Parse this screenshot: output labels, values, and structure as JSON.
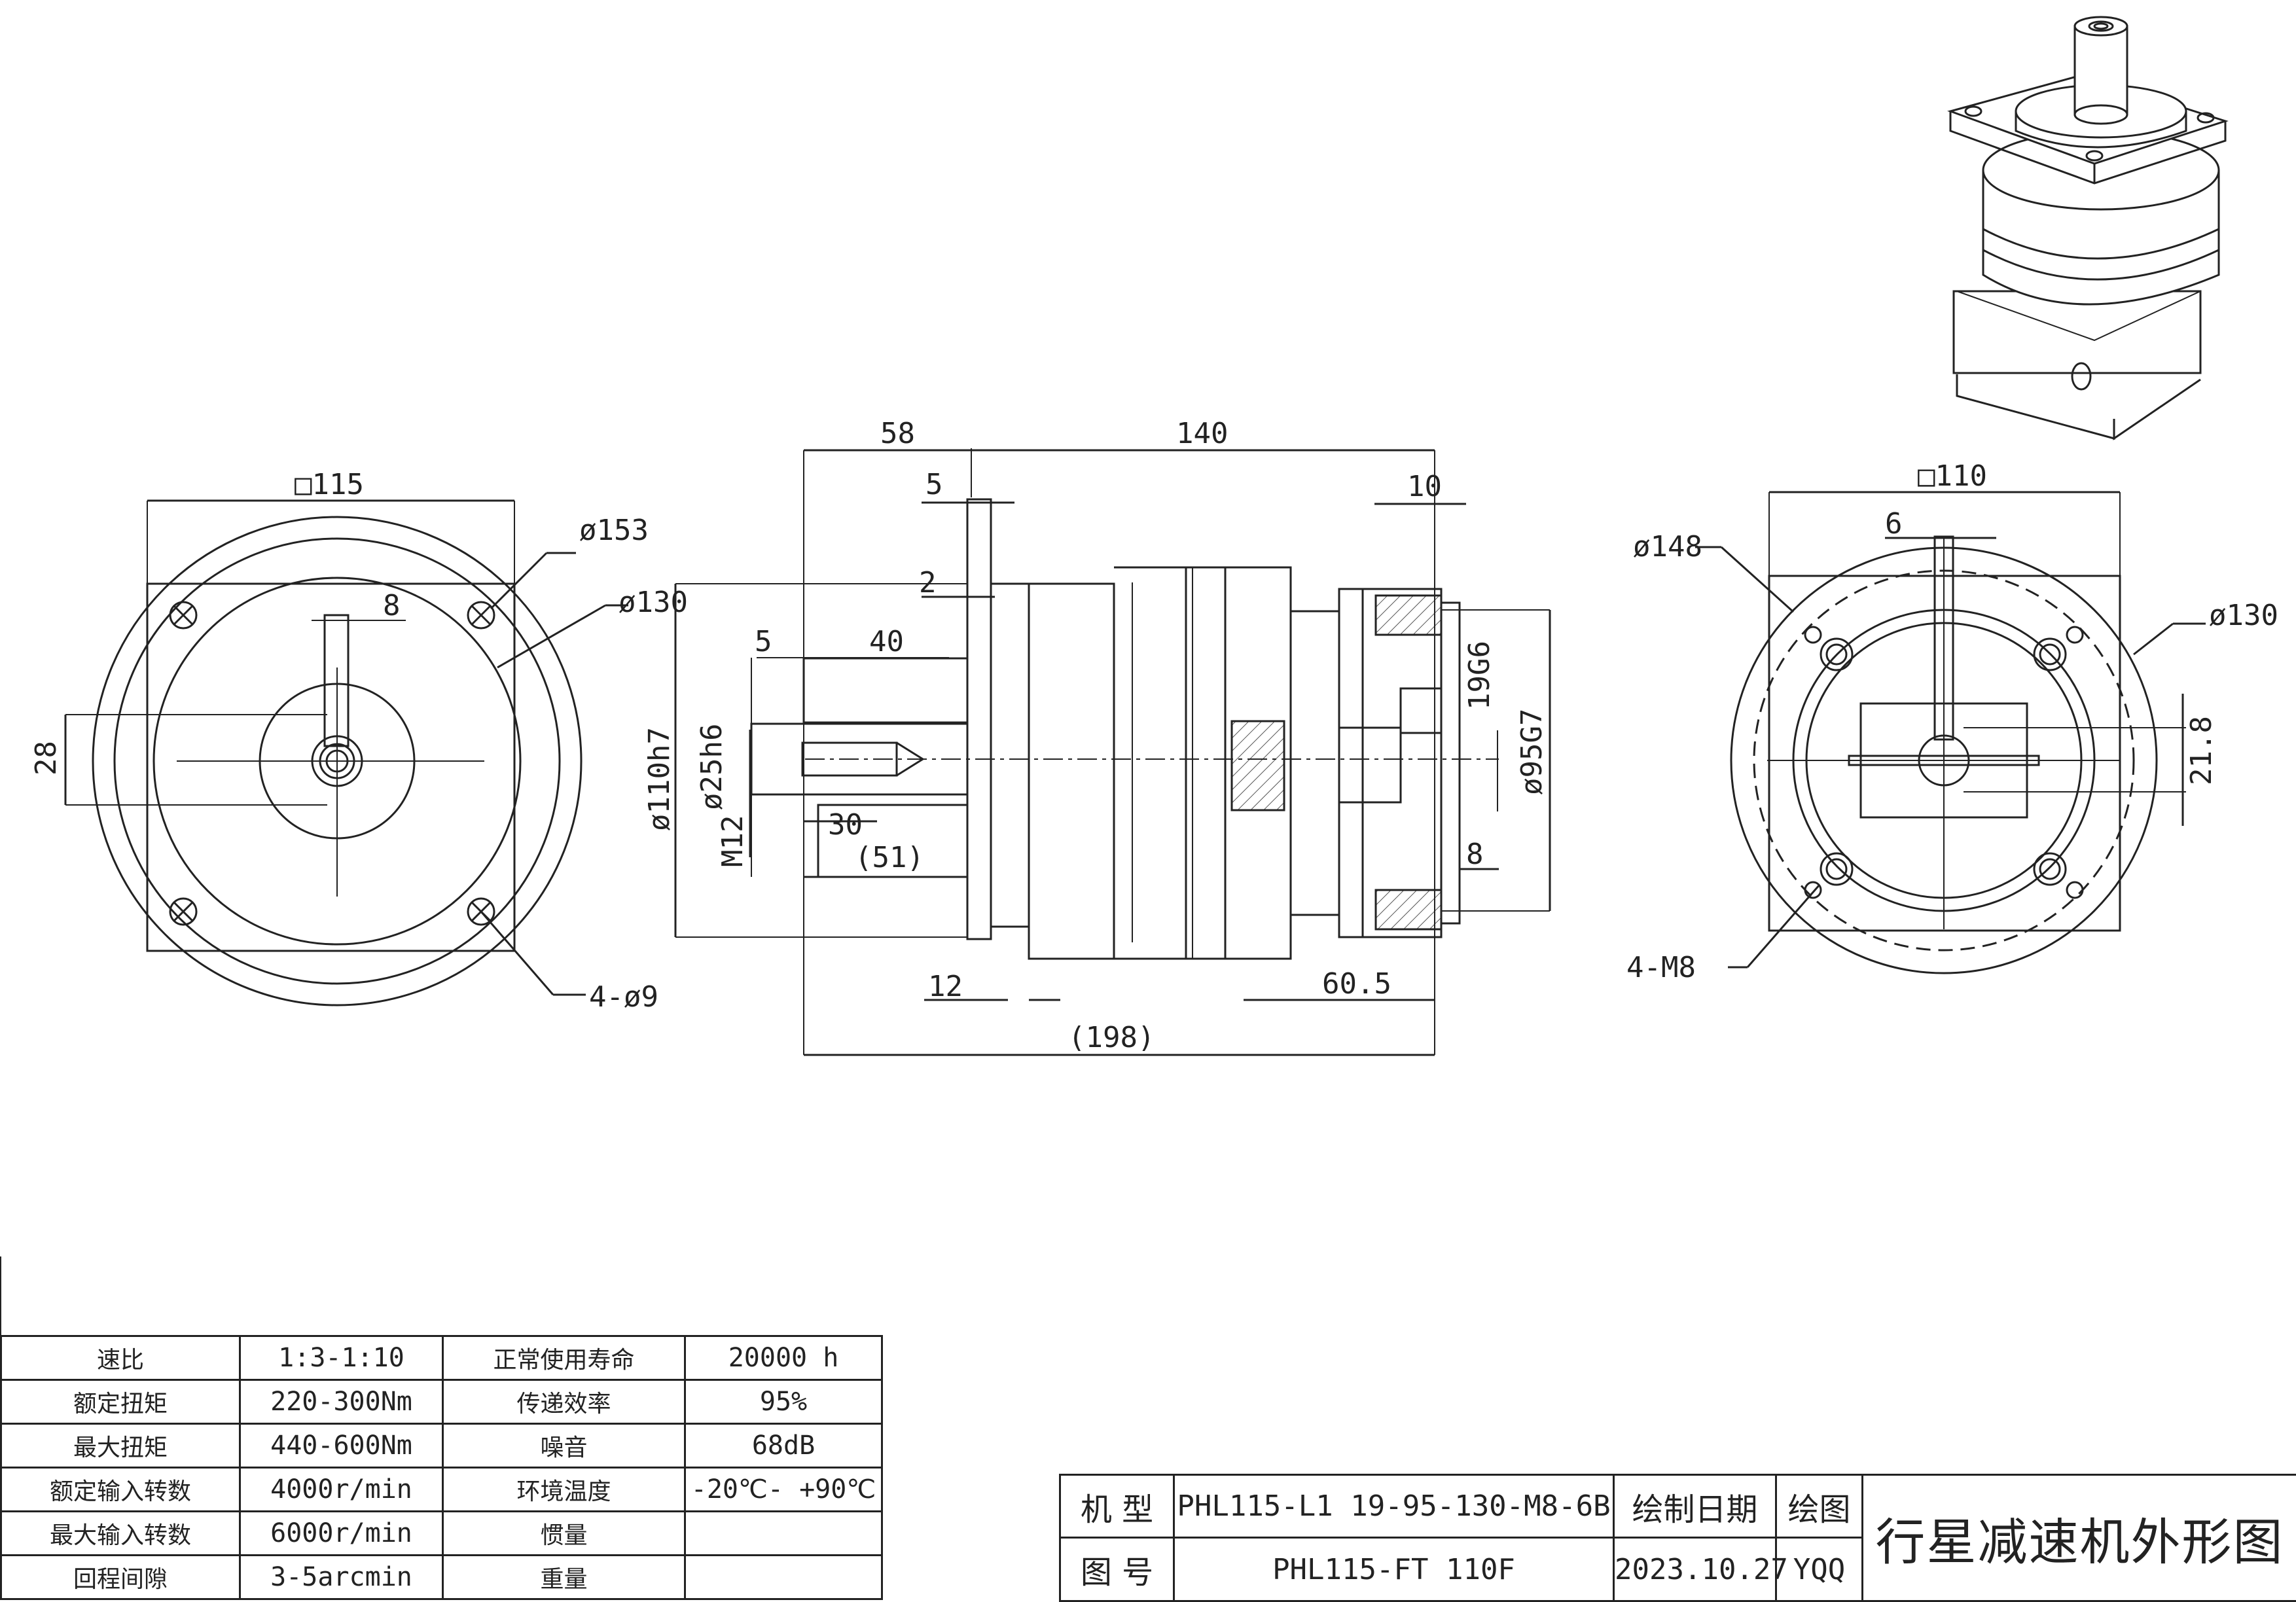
{
  "front_view_left": {
    "labels": {
      "square": "□115",
      "dia_outer": "ø153",
      "dia_pcd": "ø130",
      "key_width": "8",
      "key_height": "28",
      "holes": "4-ø9"
    }
  },
  "side_view": {
    "labels": {
      "len_58": "58",
      "len_140": "140",
      "len_5_top": "5",
      "len_10": "10",
      "len_2": "2",
      "len_5_key": "5",
      "len_40": "40",
      "dia_110": "ø110h7",
      "dia_25": "ø25h6",
      "thread": "M12",
      "len_30": "30",
      "len_51": "(51)",
      "len_12": "12",
      "len_60_5": "60.5",
      "len_198": "(198)",
      "bore_19": "19G6",
      "dia_95": "ø95G7",
      "len_8": "8"
    }
  },
  "front_view_right": {
    "labels": {
      "square": "□110",
      "key_width": "6",
      "dia_148": "ø148",
      "dia_130": "ø130",
      "key_depth": "21.8",
      "holes": "4-M8"
    }
  },
  "spec_table": {
    "rows": [
      [
        "速比",
        "1:3-1:10",
        "正常使用寿命",
        "20000  h"
      ],
      [
        "额定扭矩",
        "220-300Nm",
        "传递效率",
        "95%"
      ],
      [
        "最大扭矩",
        "440-600Nm",
        "噪音",
        "68dB"
      ],
      [
        "额定输入转数",
        "4000r/min",
        "环境温度",
        "-20℃- +90℃"
      ],
      [
        "最大输入转数",
        "6000r/min",
        "惯量",
        ""
      ],
      [
        "回程间隙",
        "3-5arcmin",
        "重量",
        ""
      ]
    ]
  },
  "title_block": {
    "model_label": "机 型",
    "model_value": "PHL115-L1 19-95-130-M8-6B",
    "drawing_no_label": "图 号",
    "drawing_no_value": "PHL115-FT 110F",
    "date_label": "绘制日期",
    "date_value": "2023.10.27",
    "drawer_label": "绘图",
    "drawer_value": "YQQ",
    "title": "行星减速机外形图"
  }
}
